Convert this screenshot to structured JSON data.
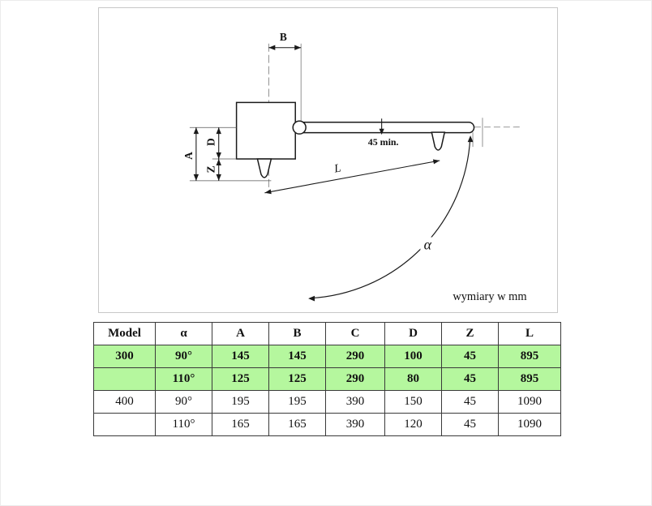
{
  "diagram": {
    "labels": {
      "b": "B",
      "a": "A",
      "d": "D",
      "z": "Z",
      "l": "L",
      "alpha": "α",
      "min_clearance": "45 min.",
      "units_note": "wymiary w mm"
    }
  },
  "table": {
    "headers": [
      "Model",
      "α",
      "A",
      "B",
      "C",
      "D",
      "Z",
      "L"
    ],
    "rows": [
      {
        "cells": [
          "300",
          "90°",
          "145",
          "145",
          "290",
          "100",
          "45",
          "895"
        ],
        "highlight": true
      },
      {
        "cells": [
          "",
          "110°",
          "125",
          "125",
          "290",
          "80",
          "45",
          "895"
        ],
        "highlight": true
      },
      {
        "cells": [
          "400",
          "90°",
          "195",
          "195",
          "390",
          "150",
          "45",
          "1090"
        ],
        "highlight": false
      },
      {
        "cells": [
          "",
          "110°",
          "165",
          "165",
          "390",
          "120",
          "45",
          "1090"
        ],
        "highlight": false
      }
    ]
  },
  "colors": {
    "highlight_green": "#b5f79e",
    "table_border": "#3a3a3a",
    "diagram_line": "#1a1a1a",
    "frame_border": "#c8c8c8"
  }
}
